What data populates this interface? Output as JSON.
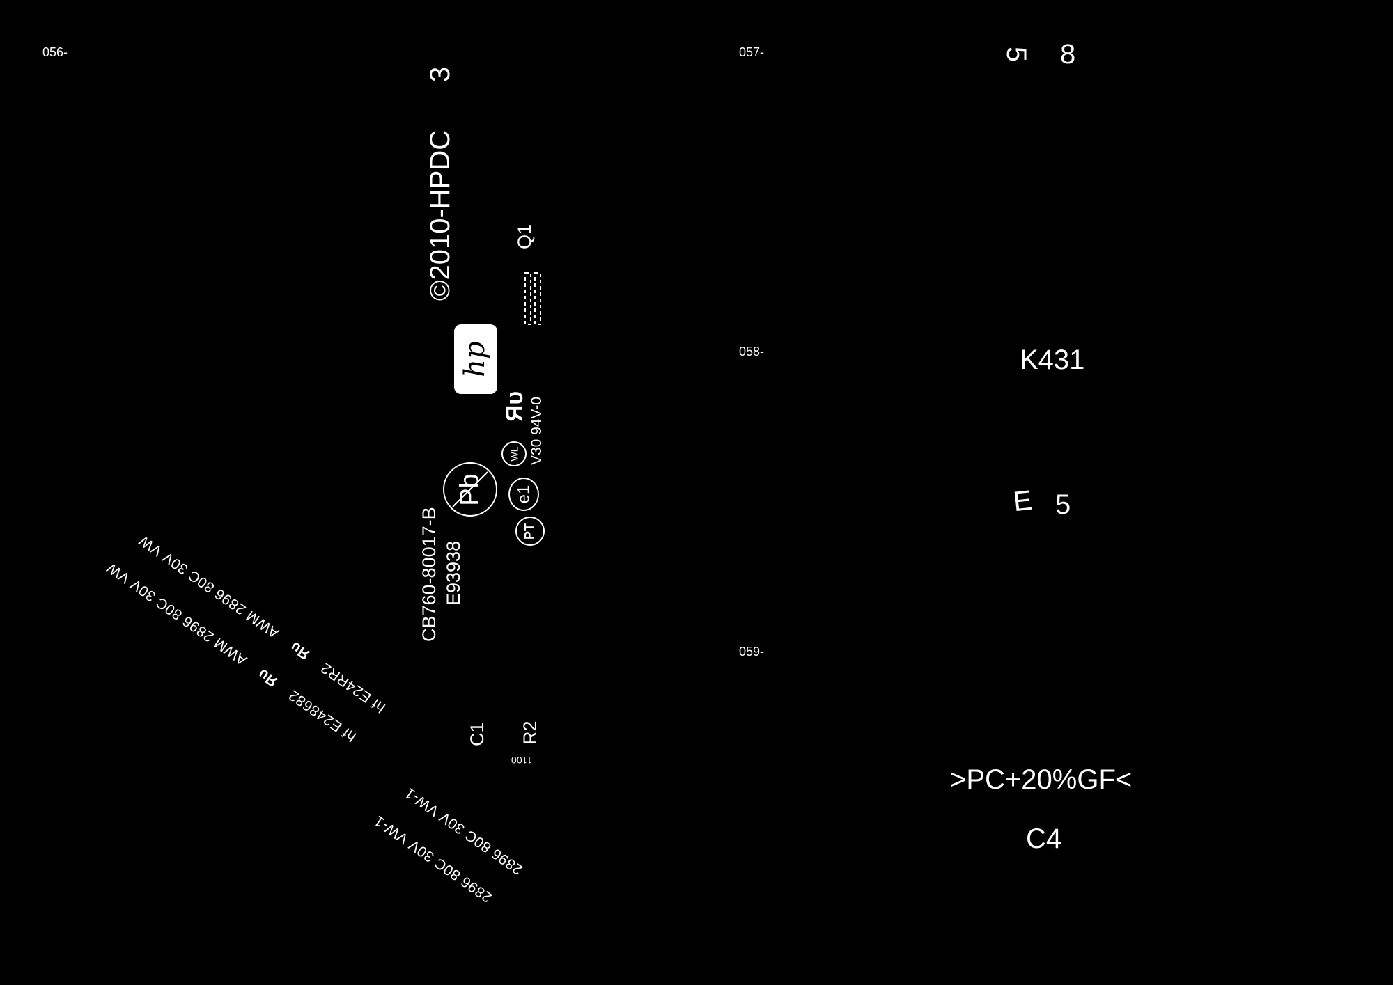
{
  "sections": {
    "s056": "056-",
    "s057": "057-",
    "s058": "058-",
    "s059": "059-"
  },
  "panel_056": {
    "copyright": "©2010-HPDC",
    "number_top": "3",
    "q1": "Q1",
    "part_number": "CB760-80017-B",
    "ul_file": "E93938",
    "pb_symbol": "Pb",
    "e1_mark": "e1",
    "wl_mark": "WL",
    "pt_mark": "PT",
    "ul_rating": "V30 94V-0",
    "c1": "C1",
    "r2": "R2",
    "r2_value": "1100",
    "cable_1": "hf E24RR2",
    "cable_1_b": "AWM 2896 80C 30V VW",
    "cable_2": "hf E248682",
    "cable_2_b": "AWM 2896 80C 30V VW",
    "cable_3": "2896 80C 30V VW-1",
    "cable_4": "2896 80C 30V VW-1",
    "ur_mark": "Яυ"
  },
  "panel_057": {
    "left": "5",
    "right": "8"
  },
  "panel_058": {
    "code": "K431",
    "e_letter": "E",
    "num": "5"
  },
  "panel_059": {
    "material": ">PC+20%GF<",
    "code": "C4"
  }
}
